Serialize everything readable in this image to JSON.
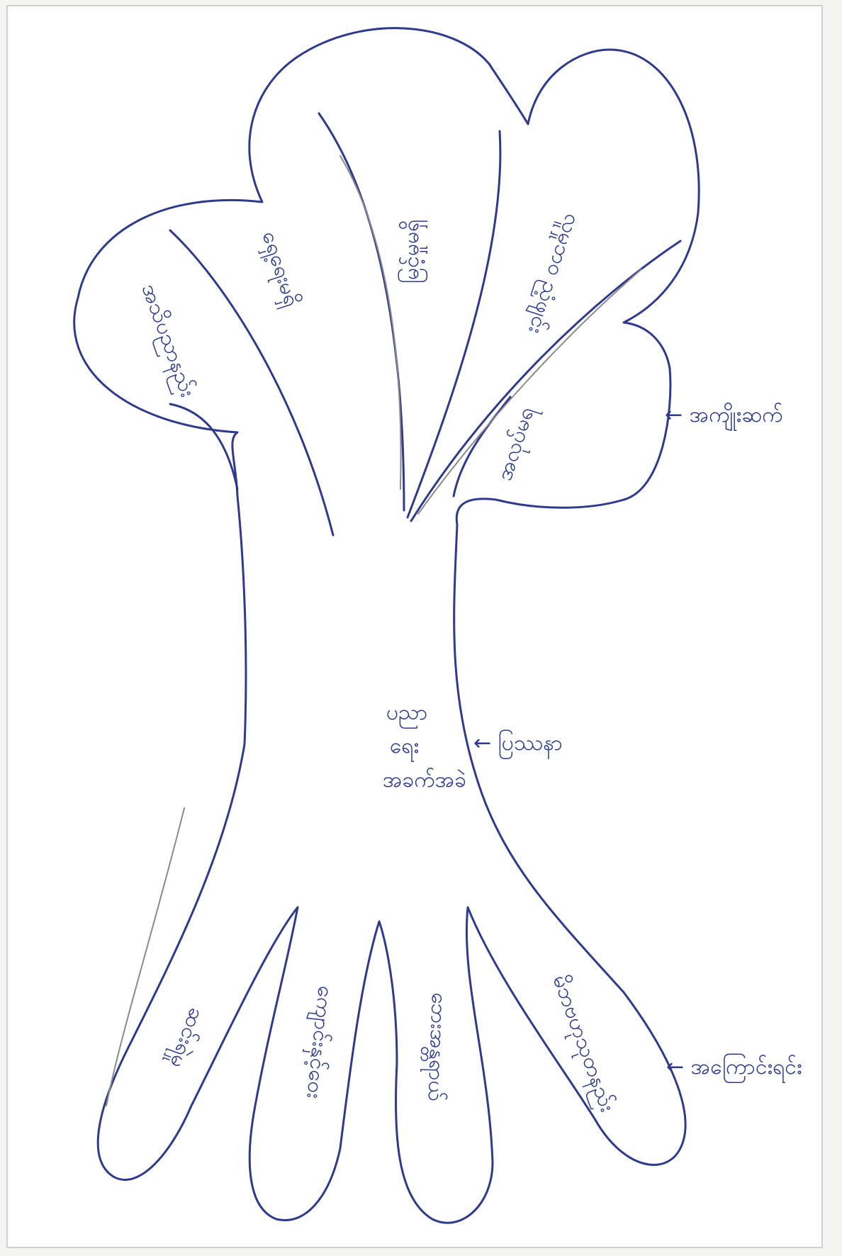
{
  "colors": {
    "paper": "#ffffff",
    "background": "#f4f4f2",
    "ink": "#2f3a8c",
    "pencil": "#8a8a8a"
  },
  "labels": {
    "trunk": [
      "ပညာ",
      "ရေး",
      "အခက်အခဲ"
    ],
    "trunk_arrow": "← ပြဿနာ",
    "leaves_arrow": "← အကျိုးဆက်",
    "roots_arrow": "← အကြောင်းရင်း",
    "leaves": [
      "အသိပညာနည်း",
      "ရှေ့ရေးမရှိ",
      "မြင့်မှုမရှိ",
      "လူမှုဘဝ ညံ့ဖျင်း",
      "အလုပ်မရ"
    ],
    "roots": [
      "ဆင်းရဲမှု",
      "ကျောင်းနှင့်ဝေး",
      "ဘေးအန္တရာယ်",
      "မိဘဗဟုသုတနည်း"
    ]
  }
}
